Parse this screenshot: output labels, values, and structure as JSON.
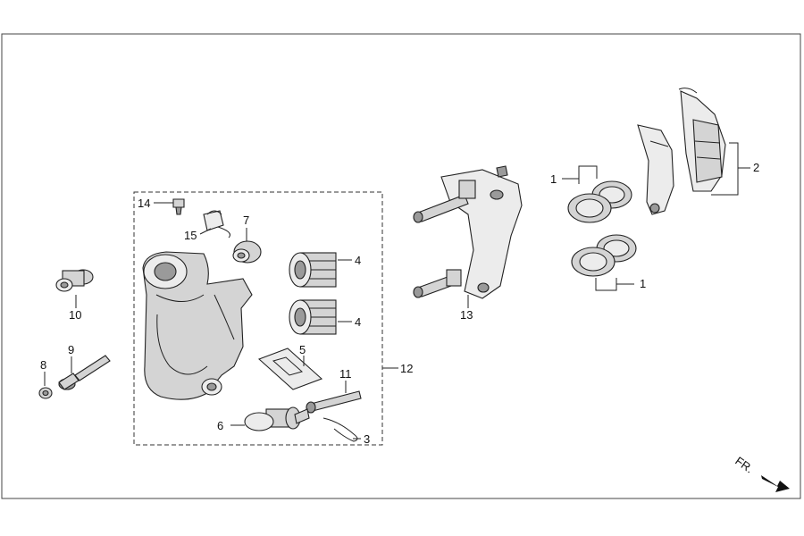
{
  "diagram": {
    "callouts": {
      "c1a": "1",
      "c1b": "1",
      "c2": "2",
      "c3": "3",
      "c4a": "4",
      "c4b": "4",
      "c5": "5",
      "c6": "6",
      "c7": "7",
      "c8": "8",
      "c9": "9",
      "c10": "10",
      "c11": "11",
      "c12": "12",
      "c13": "13",
      "c14": "14",
      "c15": "15"
    },
    "direction_label": "FR.",
    "colors": {
      "line": "#222222",
      "part_fill": "#d4d4d4",
      "part_dark": "#9a9a9a",
      "background": "#ffffff"
    }
  }
}
